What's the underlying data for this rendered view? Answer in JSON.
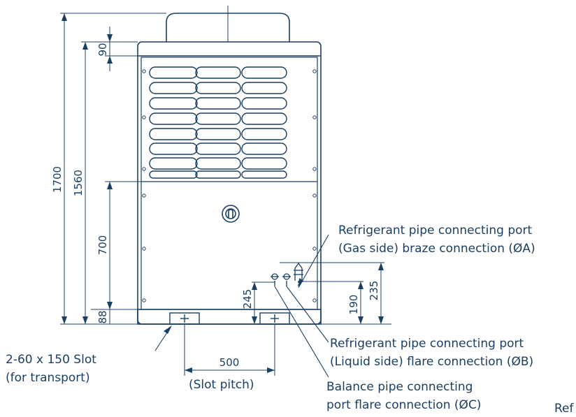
{
  "dims": {
    "overall_height": "1700",
    "casing_height": "1560",
    "top_offset": "90",
    "lower_section": "700",
    "base_height": "88",
    "port_height": "245",
    "liquid_height": "190",
    "gas_height": "235",
    "slot_pitch_value": "500"
  },
  "labels": {
    "gas_port_line1": "Refrigerant pipe connecting port",
    "gas_port_line2": "(Gas side) braze connection (ØA)",
    "liquid_port_line1": "Refrigerant pipe connecting port",
    "liquid_port_line2": "(Liquid side) flare connection (ØB)",
    "balance_line1": "Balance pipe connecting",
    "balance_line2": "port flare connection (ØC)",
    "slot_line1": "2-60 x 150 Slot",
    "slot_line2": "(for transport)",
    "slot_pitch": "(Slot pitch)",
    "cut_text": "Ref"
  },
  "colors": {
    "line": "#1b3f63",
    "fill": "#ffffff"
  }
}
